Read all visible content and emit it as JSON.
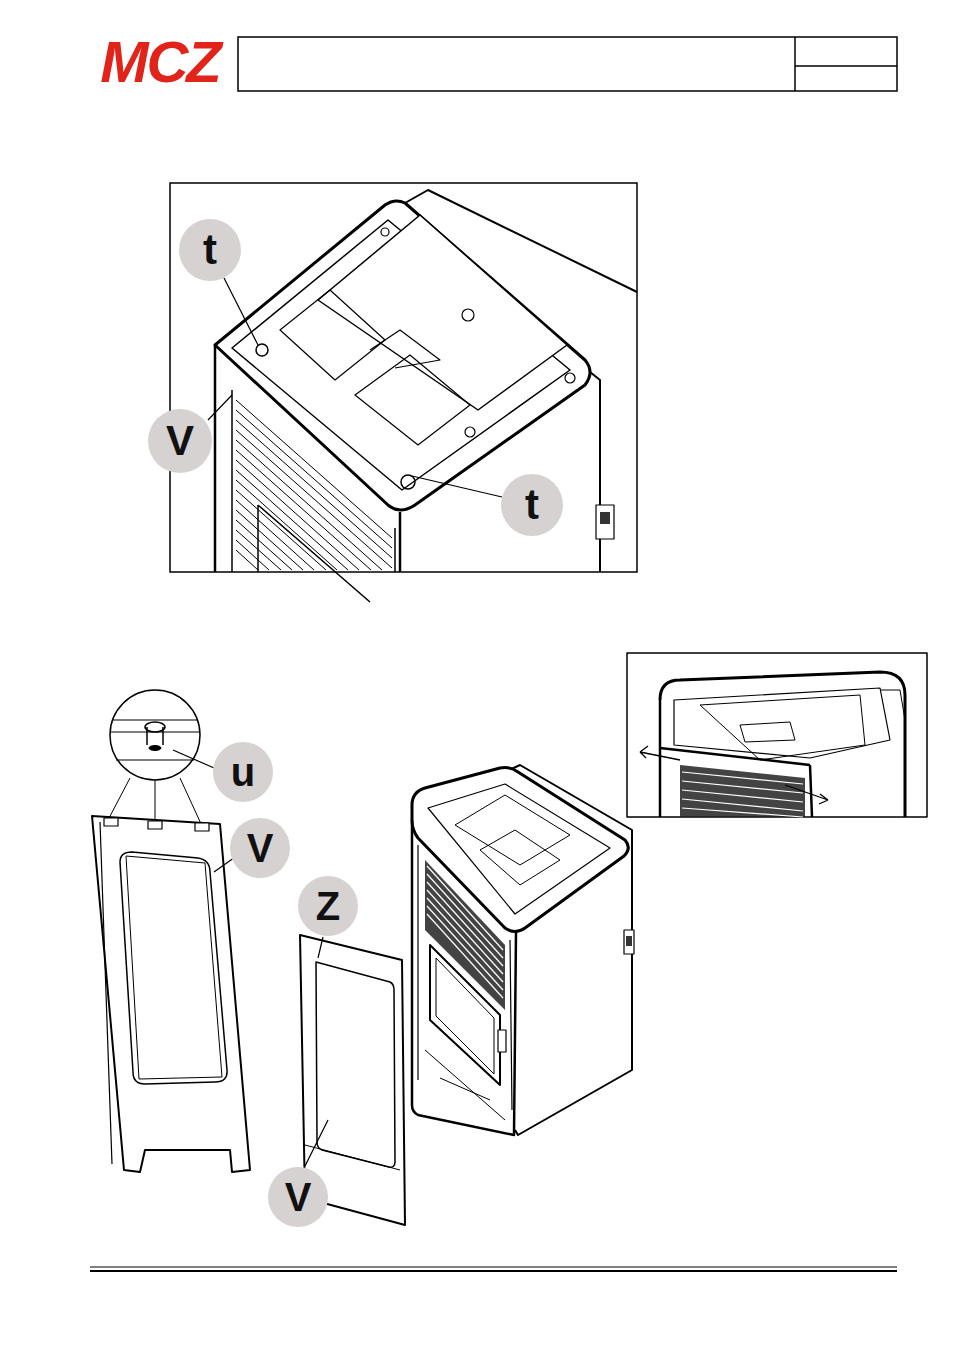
{
  "diagram": {
    "labels": [
      "MCZ",
      "t",
      "V",
      "t",
      "u",
      "V",
      "Z",
      "V"
    ]
  }
}
